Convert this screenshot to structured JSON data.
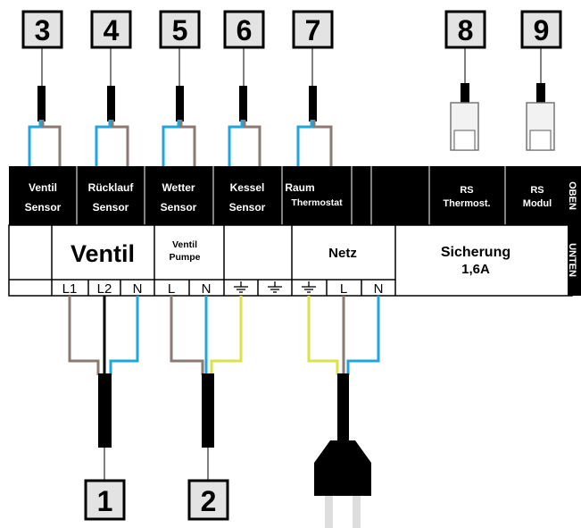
{
  "connectors": {
    "c3": "3",
    "c4": "4",
    "c5": "5",
    "c6": "6",
    "c7": "7",
    "c8": "8",
    "c9": "9",
    "c1": "1",
    "c2": "2"
  },
  "top_row": {
    "ventil_sensor": [
      "Ventil",
      "Sensor"
    ],
    "ruecklauf_sensor": [
      "Rücklauf",
      "Sensor"
    ],
    "wetter_sensor": [
      "Wetter",
      "Sensor"
    ],
    "kessel_sensor": [
      "Kessel",
      "Sensor"
    ],
    "raum_thermostat": [
      "Raum",
      "Thermostat"
    ],
    "rs_thermost": [
      "RS",
      "Thermost."
    ],
    "rs_modul": [
      "RS",
      "Modul"
    ],
    "side_label": "OBEN"
  },
  "bottom_row": {
    "ventil": "Ventil",
    "ventil_pumpe": [
      "Ventil",
      "Pumpe"
    ],
    "netz": "Netz",
    "sicherung": [
      "Sicherung",
      "1,6A"
    ],
    "side_label": "UNTEN",
    "terminals": [
      "L1",
      "L2",
      "N",
      "L",
      "N",
      "L",
      "N"
    ]
  },
  "colors": {
    "blue_wire": "#1fa6dc",
    "brown_wire": "#8a7a72",
    "yellow_wire": "#d8e24a",
    "black": "#000000",
    "plug_prong": "#dddddd"
  }
}
